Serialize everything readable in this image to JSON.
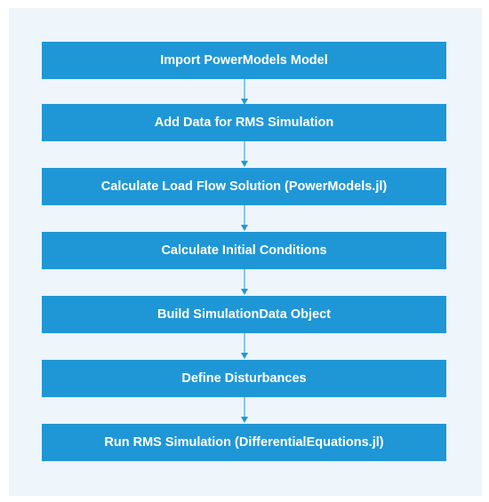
{
  "flowchart": {
    "steps": [
      {
        "label": "Import PowerModels Model"
      },
      {
        "label": "Add Data for RMS Simulation"
      },
      {
        "label": "Calculate Load Flow Solution (PowerModels.jl)"
      },
      {
        "label": "Calculate Initial Conditions"
      },
      {
        "label": "Build SimulationData Object"
      },
      {
        "label": "Define Disturbances"
      },
      {
        "label": "Run RMS Simulation (DifferentialEquations.jl)"
      }
    ]
  },
  "colors": {
    "panel_background": "#eef5fb",
    "step_fill": "#1f97d6",
    "step_text": "#ffffff",
    "connector": "#1f97d6"
  }
}
